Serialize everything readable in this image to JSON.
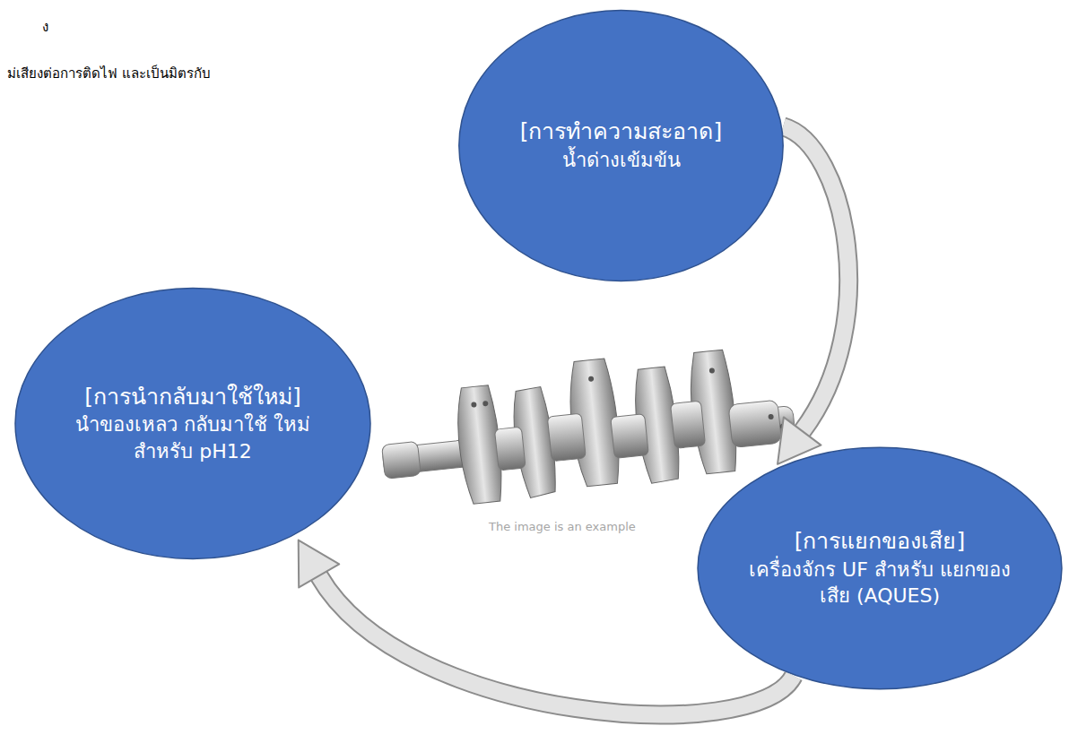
{
  "diagram": {
    "nodes": [
      {
        "text": [
          "[การทำความสะอาด]",
          "น้ำด่างเข้มข้น"
        ]
      },
      {
        "text": [
          "[การแยกของเสีย]",
          "เครื่องจักร UF สำหรับ แยกของเสีย (AQUES)"
        ]
      },
      {
        "text": [
          "[การนำกลับมาใช้ใหม่]",
          "นำของเหลว กลับมาใช้ ใหม่ สำหรับ pH12"
        ]
      }
    ],
    "edges": [
      {
        "from": 0,
        "to": 1,
        "arrow": "to"
      },
      {
        "from": 1,
        "to": 2,
        "arrow": "to"
      }
    ],
    "labels": [
      "ง",
      "ม่เสียงต่อการติดไฟ และเป็นมิตรกับ",
      "The image is an example"
    ]
  }
}
